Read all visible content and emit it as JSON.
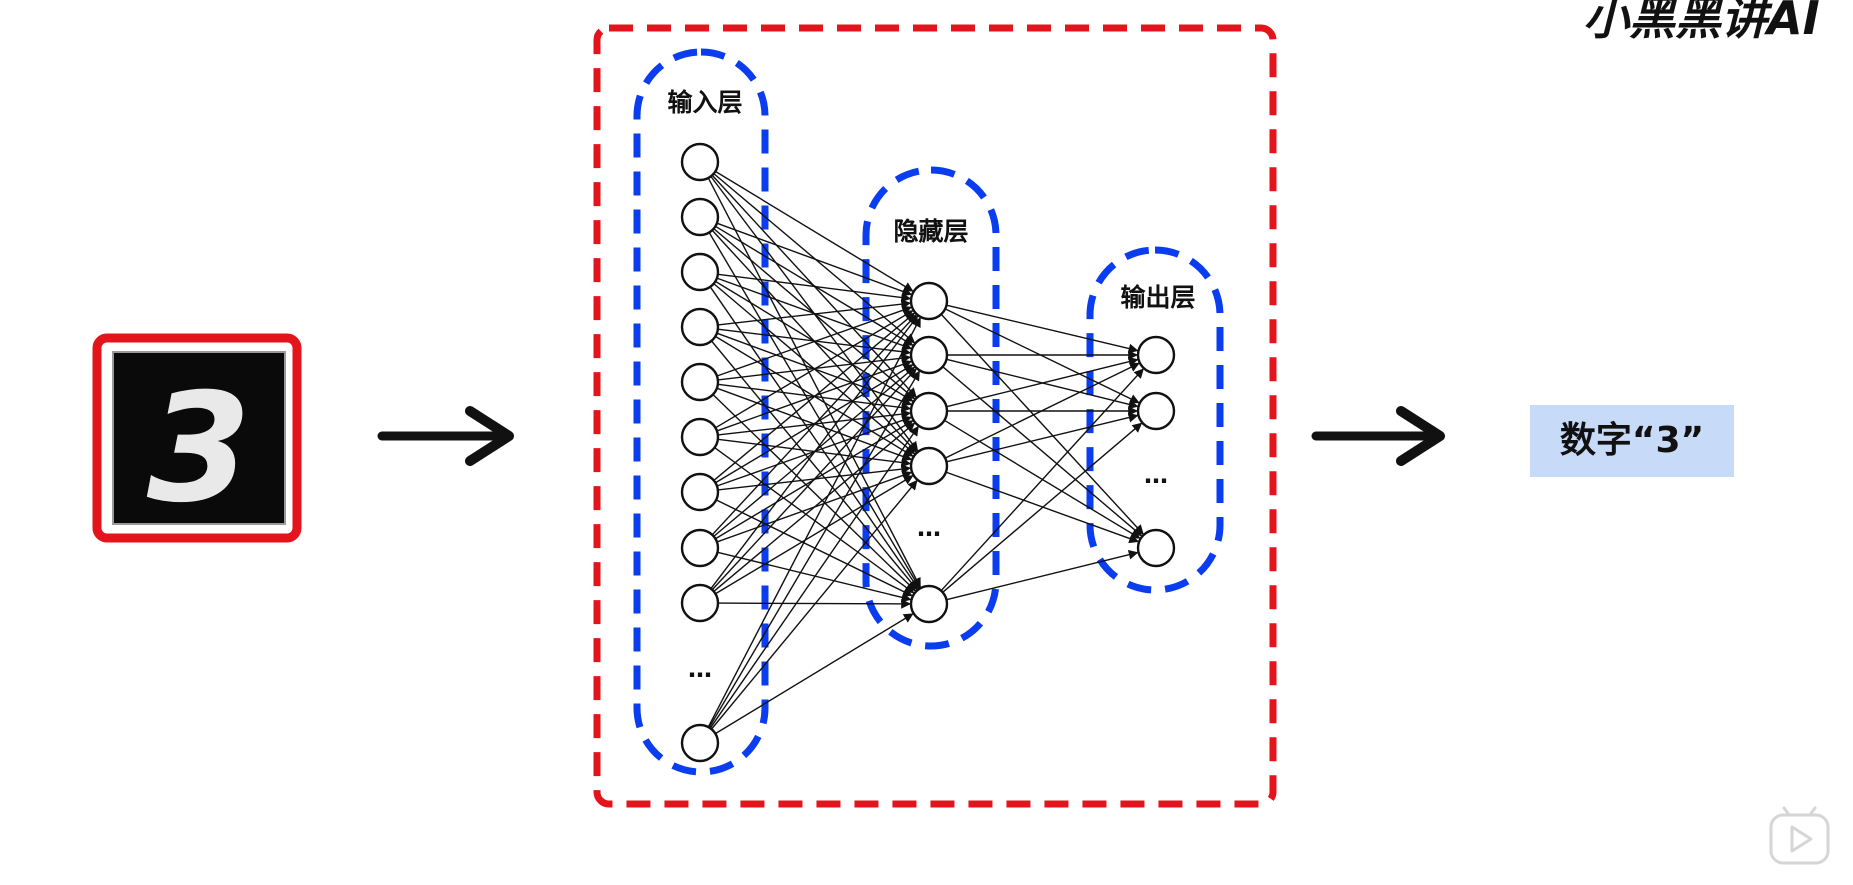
{
  "watermark": {
    "text": "小黑黑讲AI"
  },
  "input_image": {
    "digit": "3"
  },
  "layers": {
    "input": {
      "label": "输入层",
      "node_count": 10
    },
    "hidden": {
      "label": "隐藏层",
      "node_count": 5
    },
    "output": {
      "label": "输出层",
      "node_count": 3
    }
  },
  "ellipsis": "…",
  "result": {
    "text": "数字“3”"
  },
  "colors": {
    "network_box": "#e3141b",
    "layer_group": "#0a3cf0",
    "input_frame": "#e3141b",
    "result_bg": "#c7daf8",
    "stroke": "#111111"
  },
  "icons": {
    "arrow": "right-arrow-icon",
    "player": "video-play-icon"
  }
}
